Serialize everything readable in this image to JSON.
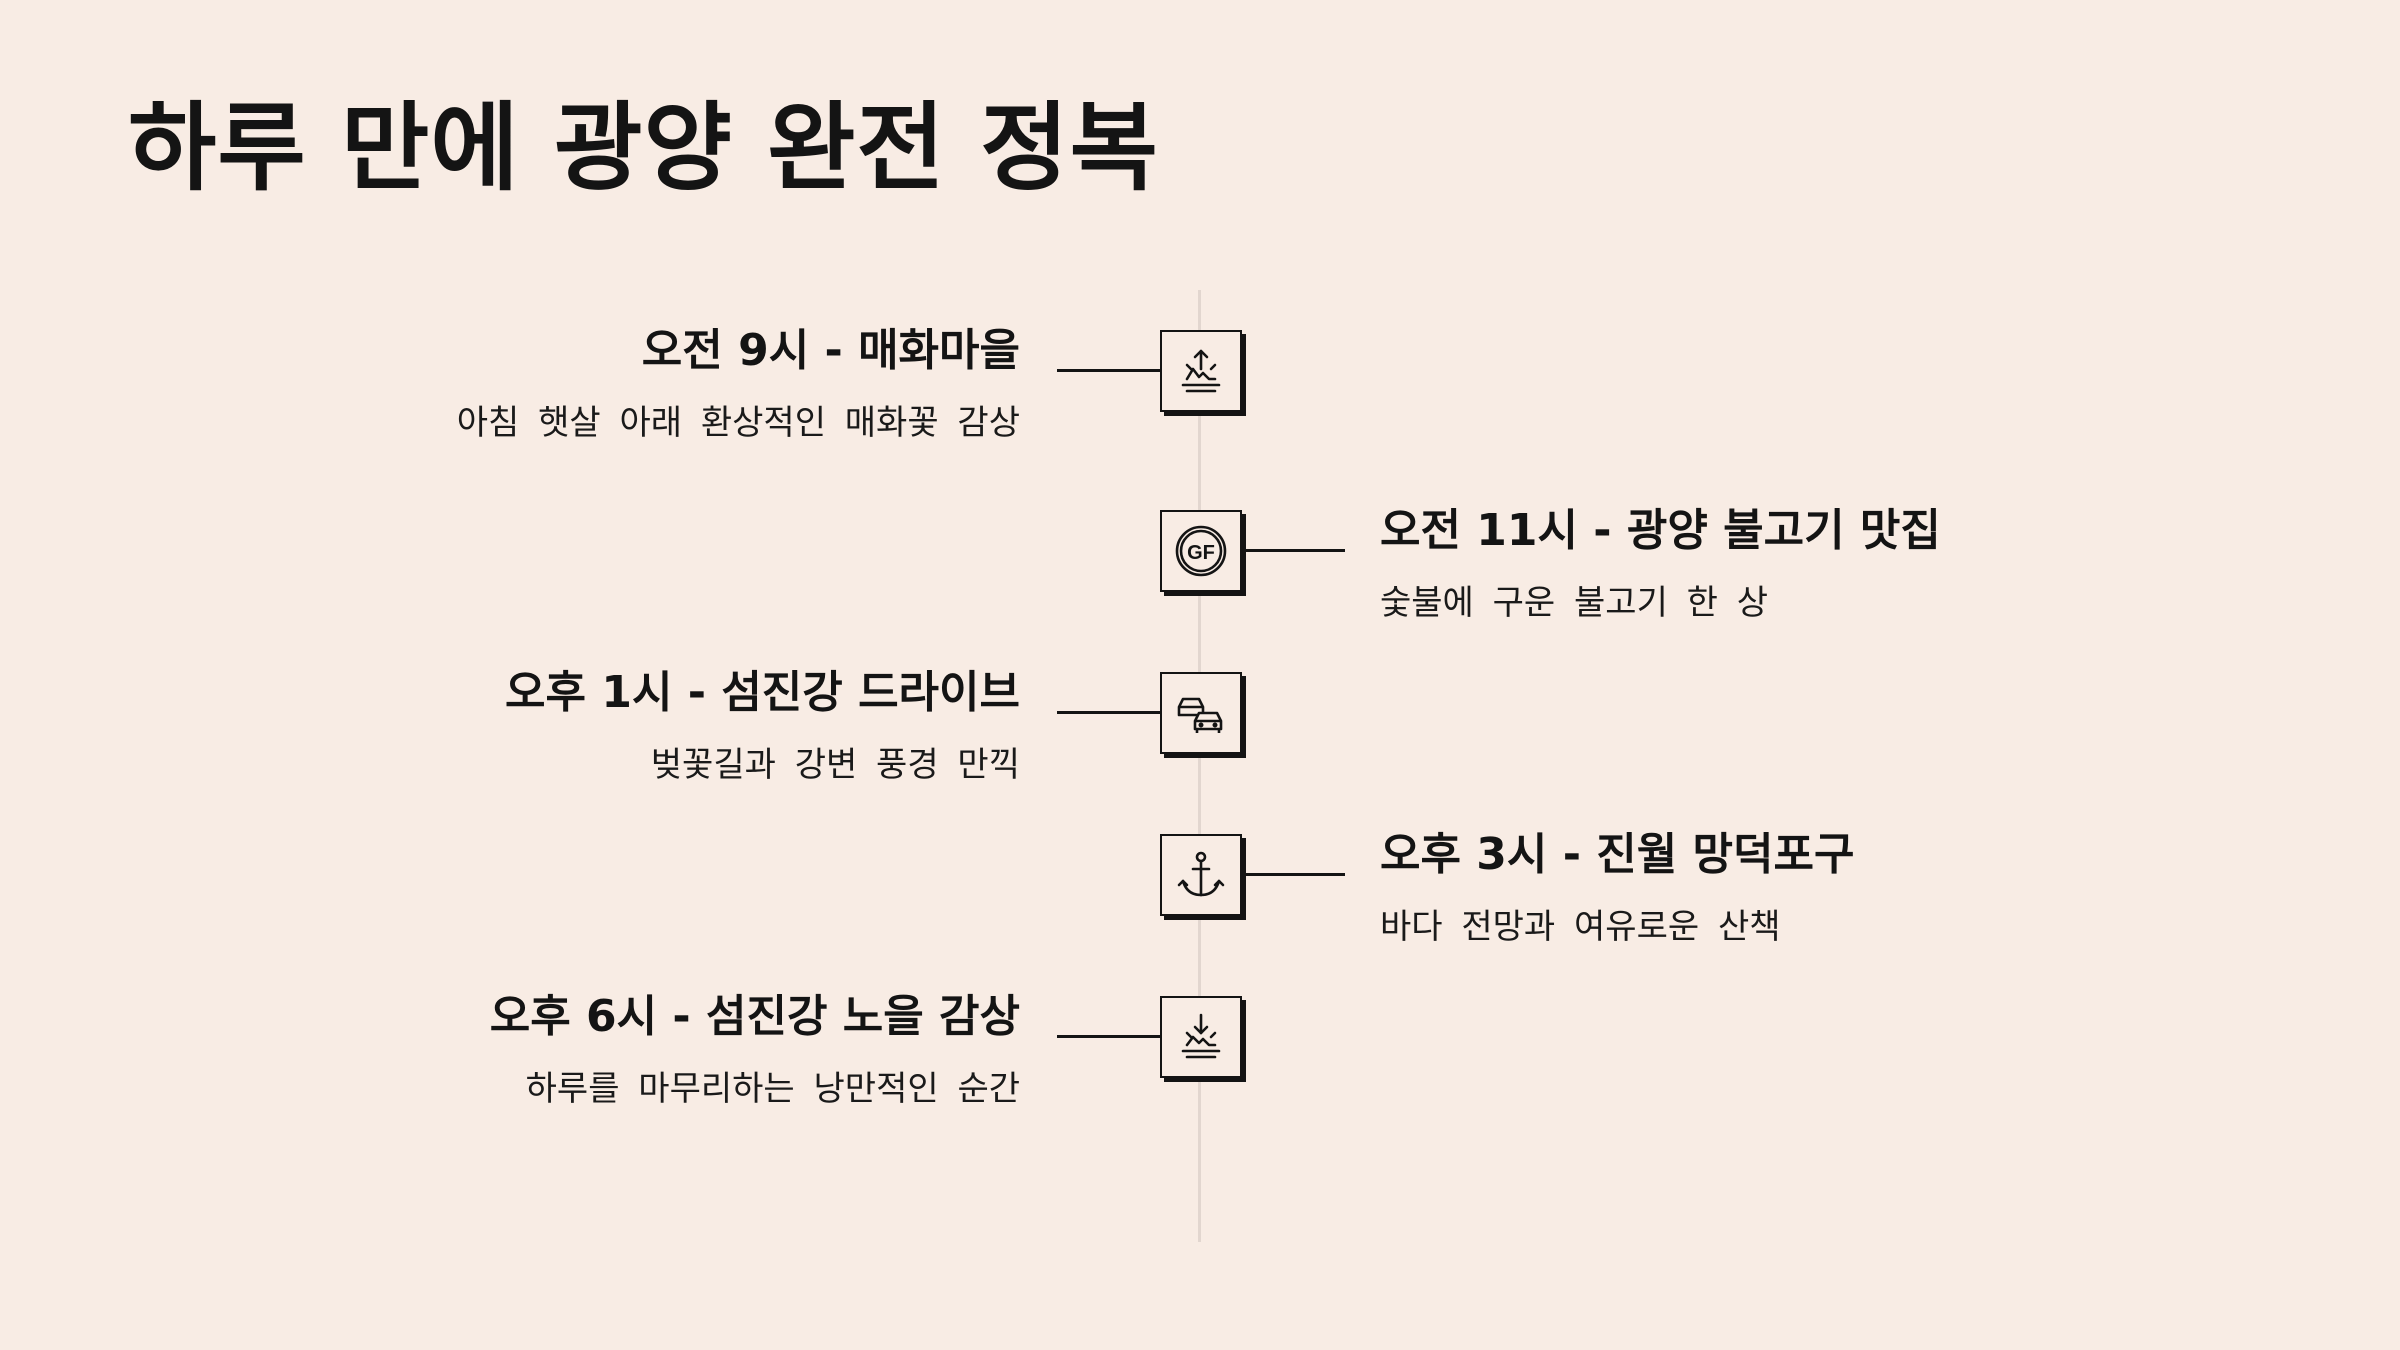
{
  "title": "하루 만에 광양 완전 정복",
  "events": [
    {
      "title": "오전 9시 - 매화마을",
      "desc": "아침 햇살 아래 환상적인 매화꽃 감상",
      "icon": "sunrise-icon",
      "side": "left"
    },
    {
      "title": "오전 11시 - 광양 불고기 맛집",
      "desc": "숯불에 구운 불고기 한 상",
      "icon": "gluten-free-icon",
      "side": "right"
    },
    {
      "title": "오후 1시 - 섬진강 드라이브",
      "desc": "벚꽃길과 강변 풍경 만끽",
      "icon": "cars-icon",
      "side": "left"
    },
    {
      "title": "오후 3시 - 진월 망덕포구",
      "desc": "바다 전망과 여유로운 산책",
      "icon": "anchor-icon",
      "side": "right"
    },
    {
      "title": "오후 6시 - 섬진강 노을 감상",
      "desc": "하루를 마무리하는 낭만적인 순간",
      "icon": "sunset-icon",
      "side": "left"
    }
  ],
  "icon_text": {
    "gluten_free": "GF"
  },
  "colors": {
    "background": "#f8ece4",
    "ink": "#141414",
    "axis": "#e2d6cf"
  }
}
